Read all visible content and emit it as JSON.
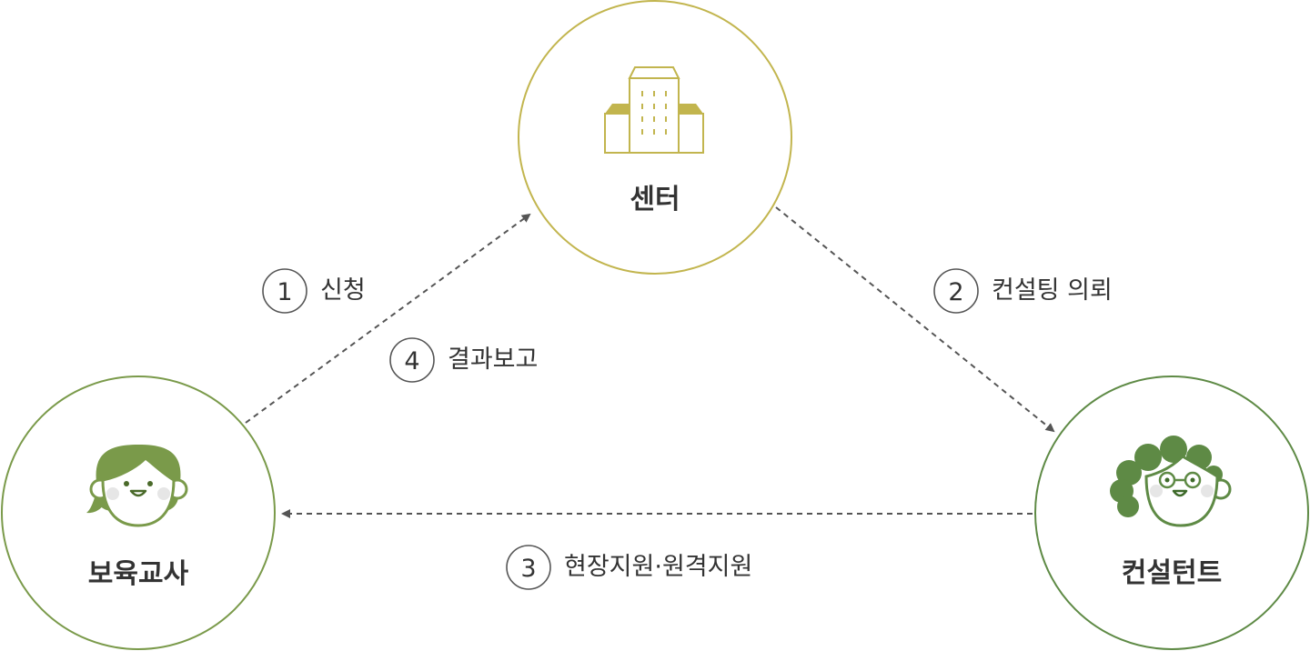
{
  "nodes": {
    "center": {
      "label": "센터"
    },
    "teacher": {
      "label": "보육교사"
    },
    "consultant": {
      "label": "컨설턴트"
    }
  },
  "steps": [
    {
      "number": "1",
      "label": "신청"
    },
    {
      "number": "2",
      "label": "컨설팅 의뢰"
    },
    {
      "number": "3",
      "label": "현장지원·원격지원"
    },
    {
      "number": "4",
      "label": "결과보고"
    }
  ],
  "colors": {
    "center_accent": "#c2b54e",
    "teacher_accent": "#7a9a4a",
    "consultant_accent": "#5e8a45",
    "arrow": "#555555",
    "text": "#333333"
  }
}
